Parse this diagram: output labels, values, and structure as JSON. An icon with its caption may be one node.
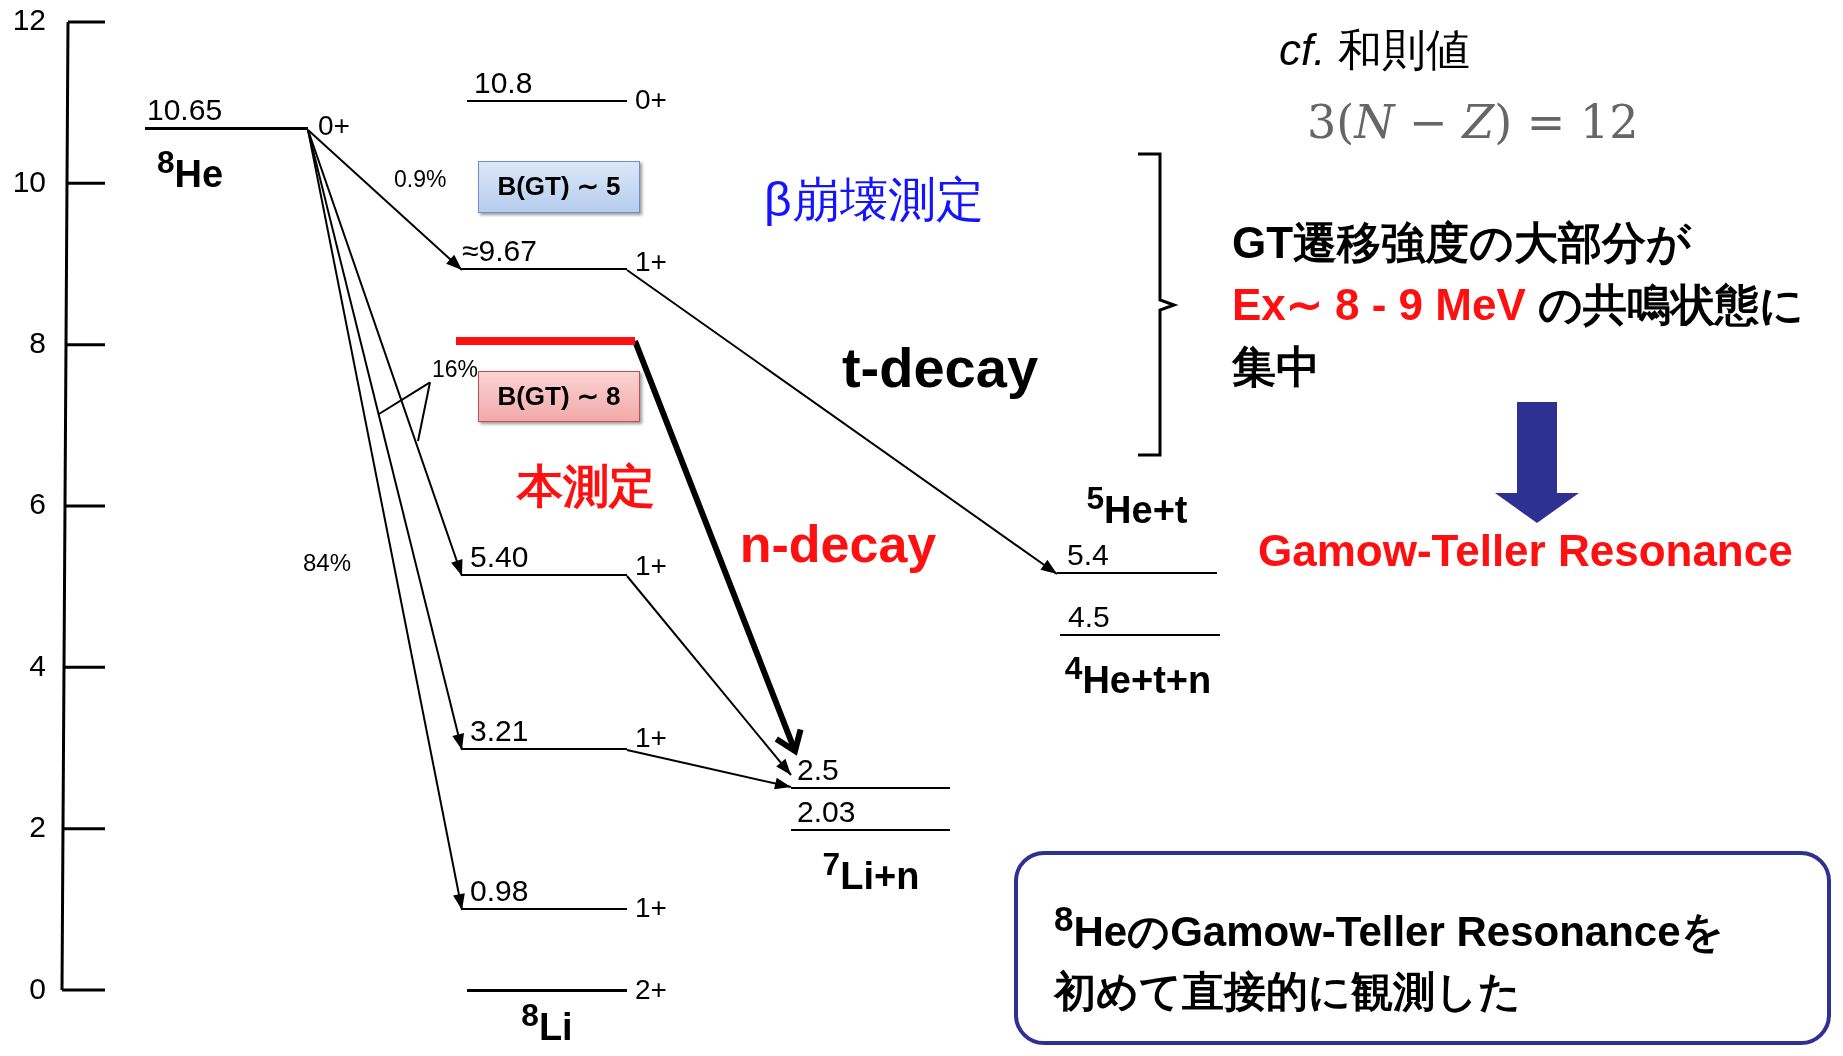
{
  "diagram": {
    "nodes": [
      {
        "text": [
          "10.65"
        ],
        "beside": [
          "0+",
          "$^{8}$He"
        ]
      },
      {
        "text": [
          "10.8"
        ],
        "beside": [
          "0+"
        ]
      },
      {
        "text": [
          "≈9.67"
        ],
        "beside": [
          "1+"
        ]
      },
      {
        "text": [],
        "shape": "bar"
      },
      {
        "text": [
          "5.40"
        ],
        "beside": [
          "1+"
        ]
      },
      {
        "text": [
          "3.21"
        ],
        "beside": [
          "1+"
        ]
      },
      {
        "text": [
          "0.98"
        ],
        "beside": [
          "1+"
        ]
      },
      {
        "text": [
          "$^{8}$Li"
        ],
        "beside": [
          "2+"
        ]
      },
      {
        "text": [
          "2.5"
        ]
      },
      {
        "text": [
          "2.03"
        ],
        "beside": [
          "$^{7}$Li+n"
        ]
      },
      {
        "text": [
          "5.4"
        ],
        "beside": [
          "$^{5}$He+t"
        ]
      },
      {
        "text": [
          "4.5"
        ],
        "beside": [
          "$^{4}$He+t+n"
        ]
      },
      {
        "text": [
          "B(GT) ∼ 5"
        ],
        "beside": [
          "β崩壊測定"
        ]
      },
      {
        "text": [
          "B(GT) ∼ 8"
        ],
        "beside": [
          "本測定"
        ]
      },
      {
        "text": [
          "$^{8}$HeのGamow-Teller Resonanceを初めて直接的に観測した"
        ]
      },
      {
        "text": [
          "GT遷移強度の大部分が",
          "Ex∼ 8 - 9 MeV",
          "の共鳴状態に集中"
        ]
      },
      {
        "text": [
          "Gamow-Teller Resonance"
        ]
      },
      {
        "text": [
          "16%"
        ]
      }
    ],
    "edges": [
      {
        "from": 0,
        "to": 2,
        "arrow": "to",
        "label": "0.9%"
      },
      {
        "from": 0,
        "to": 4,
        "arrow": "to"
      },
      {
        "from": 0,
        "to": 5,
        "arrow": "to"
      },
      {
        "from": 0,
        "to": 6,
        "arrow": "to",
        "label": "84%"
      },
      {
        "from": 2,
        "to": 10,
        "arrow": "to",
        "label": "t-decay"
      },
      {
        "from": 3,
        "to": 8,
        "arrow": "to",
        "label": "n-decay",
        "style": "thick"
      },
      {
        "from": 4,
        "to": 8,
        "arrow": "to"
      },
      {
        "from": 5,
        "to": 8,
        "arrow": "to"
      },
      {
        "from": 15,
        "to": 16,
        "arrow": "to",
        "style": "thick",
        "color": "#2e3192"
      },
      {
        "from": 17,
        "to": null,
        "arrow": "none"
      },
      {
        "from": 17,
        "to": null,
        "arrow": "none"
      }
    ],
    "labels": [
      "12",
      "10",
      "8",
      "6",
      "4",
      "2",
      "0",
      "*cf.* 和則値",
      "3(*N* − *Z*) = 12"
    ]
  }
}
